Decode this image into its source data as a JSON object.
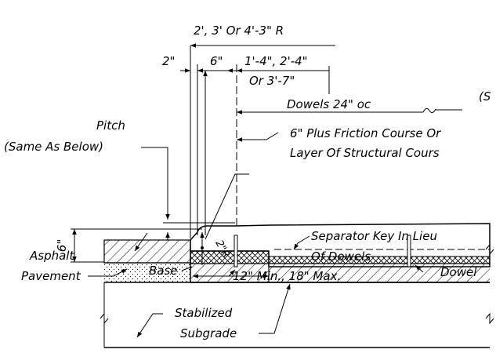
{
  "dims": {
    "width_options": "2', 3' Or 4'-3\" R",
    "gap": "2\"",
    "lip": "6\"",
    "rise": "6\"",
    "span_a": "1'-4\", 2'-4\"",
    "span_b": "Or 3'-7\"",
    "dowels": "Dowels 24\" oc",
    "edge_mark": "(S",
    "radius": "2\"R",
    "slab_min_max": "12\" Min., 18\" Max."
  },
  "notes": {
    "pitch": "Pitch",
    "pitch_note": "(Same As Below)",
    "friction_1": "6\" Plus Friction Course Or",
    "friction_2": "Layer Of Structural Cours",
    "separator_1": "Separator Key In Lieu",
    "separator_2": "Of Dowels"
  },
  "layers": {
    "asphalt_1": "Asphalt",
    "asphalt_2": "Pavement",
    "base": "Base",
    "dowel": "Dowel",
    "subgrade_1": "Stabilized",
    "subgrade_2": "Subgrade"
  }
}
